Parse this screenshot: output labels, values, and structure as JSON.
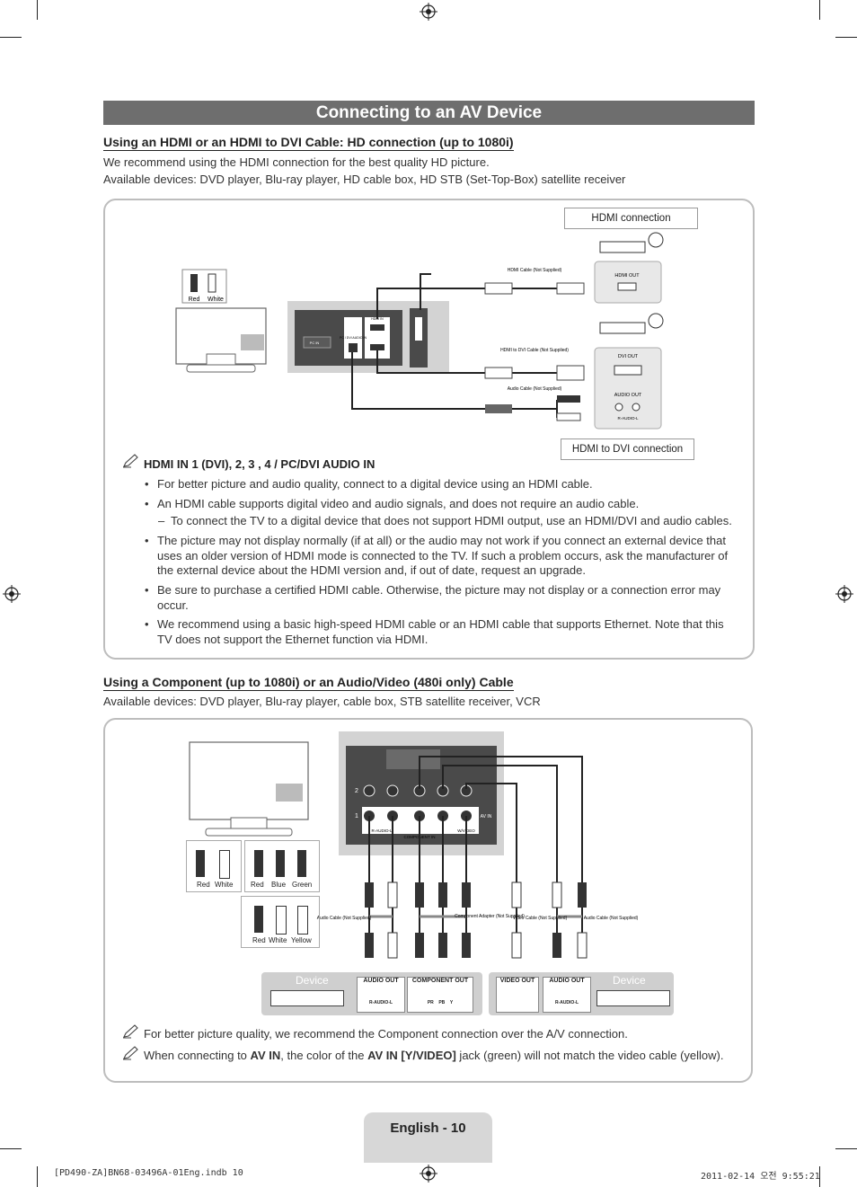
{
  "page": {
    "title": "Connecting to an AV Device",
    "footer_page": "English - 10",
    "footer_file": "[PD490-ZA]BN68-03496A-01Eng.indb   10",
    "footer_date": "2011-02-14   오전 9:55:21"
  },
  "hdmi_section": {
    "heading": "Using an HDMI or an HDMI to DVI Cable: HD connection (up to 1080i)",
    "line1": "We recommend using the HDMI connection for the best quality HD picture.",
    "line2": "Available devices: DVD player, Blu-ray player, HD cable box, HD STB (Set-Top-Box) satellite receiver",
    "diagram": {
      "hdmi_connection_label": "HDMI connection",
      "hdmi_dvi_connection_label": "HDMI to DVI connection",
      "hdmi_cable": "HDMI Cable (Not Supplied)",
      "hdmi_dvi_cable": "HDMI to DVI Cable (Not Supplied)",
      "audio_cable": "Audio Cable (Not Supplied)",
      "hdmi_out": "HDMI OUT",
      "dvi_out": "DVI OUT",
      "audio_out": "AUDIO OUT",
      "r_audio_l": "R-AUDIO-L",
      "red": "Red",
      "white": "White",
      "pc_dvi_audio_in": "PC / DVI AUDIO IN",
      "pc_in": "PC IN",
      "hdmi_in": "HDMI IN"
    },
    "note_heading": "HDMI IN 1 (DVI), 2, 3 , 4 / PC/DVI AUDIO IN",
    "bullets": [
      "For better picture and audio quality, connect to a digital device using an HDMI cable.",
      "An HDMI cable supports digital video and audio signals, and does not require an audio cable.",
      "The picture may not display normally (if at all) or the audio may not work if you connect an external device that uses an older version of HDMI mode is connected to the TV. If such a problem occurs, ask the manufacturer of the external device about the HDMI version and, if out of date, request an upgrade.",
      "Be sure to purchase a certified HDMI cable. Otherwise, the picture may not display or a connection error may occur.",
      "We recommend using a basic high-speed HDMI cable or an HDMI cable that supports Ethernet. Note that this TV does not support the Ethernet function via HDMI."
    ],
    "sub_bullet": "To connect the TV to a digital device that does not support HDMI output, use an HDMI/DVI and audio cables."
  },
  "component_section": {
    "heading": "Using a Component (up to 1080i) or an Audio/Video (480i only) Cable",
    "line1": "Available devices: DVD player, Blu-ray player, cable box, STB satellite receiver, VCR",
    "diagram": {
      "colors_left": [
        "Red",
        "White"
      ],
      "colors_mid": [
        "Red",
        "Blue",
        "Green"
      ],
      "colors_bottom": [
        "Red",
        "White",
        "Yellow"
      ],
      "audio_cable_left": "Audio Cable (Not Supplied)",
      "component_adapter": "Component Adapter (Not Supplied)",
      "video_cable": "Video Cable (Not Supplied)",
      "audio_cable_right": "Audio Cable (Not Supplied)",
      "device_left": "Device",
      "device_right": "Device",
      "audio_out": "AUDIO OUT",
      "component_out": "COMPONENT OUT",
      "video_out": "VIDEO OUT",
      "r_audio_l": "R-AUDIO-L",
      "pr": "PR",
      "pb": "PB",
      "y": "Y",
      "panel_audio": "R-AUDIO-L",
      "panel_component": "COMPONENT IN",
      "panel_wvideo": "W/VIDEO",
      "av_in": "AV IN",
      "row1": "1",
      "row2": "2"
    },
    "note1": "For better picture quality, we recommend the Component connection over the A/V connection.",
    "note2_pre": "When connecting to ",
    "note2_b1": "AV IN",
    "note2_mid": ", the color of the ",
    "note2_b2": "AV IN [Y/VIDEO]",
    "note2_post": " jack (green) will not match the video cable (yellow)."
  },
  "colors": {
    "title_bg": "#6e6e6e",
    "panel_border": "#bdbdbd",
    "footer_tab": "#d7d7d7"
  },
  "icons": [
    "registration-mark-icon",
    "pencil-note-icon",
    "tv-icon",
    "dvd-player-icon"
  ]
}
